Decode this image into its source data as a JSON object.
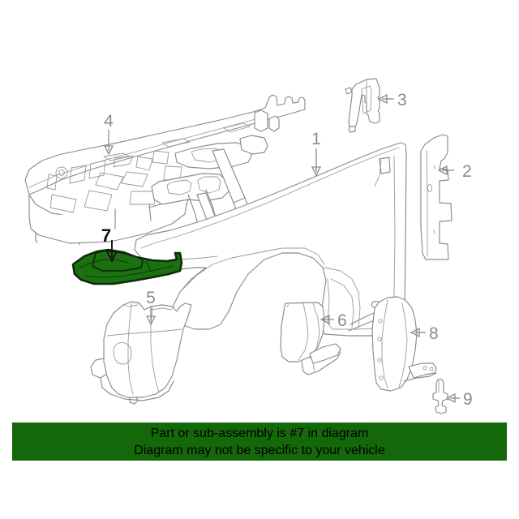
{
  "diagram": {
    "title": "Front Fender Components Exploded Diagram",
    "highlight_color": "#1c7012",
    "line_color": "#8b8b8b",
    "background_color": "#ffffff",
    "callouts": [
      {
        "number": "1",
        "name": "fender-panel",
        "highlighted": false
      },
      {
        "number": "2",
        "name": "fender-rear-filler-panel",
        "highlighted": false
      },
      {
        "number": "3",
        "name": "upper-bracket",
        "highlighted": false
      },
      {
        "number": "4",
        "name": "radiator-support-upper-rail",
        "highlighted": false
      },
      {
        "number": "5",
        "name": "front-wheelhouse-liner",
        "highlighted": false
      },
      {
        "number": "6",
        "name": "splash-shield-panel",
        "highlighted": false
      },
      {
        "number": "7",
        "name": "front-air-deflector",
        "highlighted": true
      },
      {
        "number": "8",
        "name": "rear-wheelhouse-liner",
        "highlighted": false
      },
      {
        "number": "9",
        "name": "retainer-clip",
        "highlighted": false
      }
    ]
  },
  "notice": {
    "background_color": "#146809",
    "text_color": "#000000",
    "line1": "Part or sub-assembly is #7 in diagram",
    "line2": "Diagram may not be specific to your vehicle"
  }
}
